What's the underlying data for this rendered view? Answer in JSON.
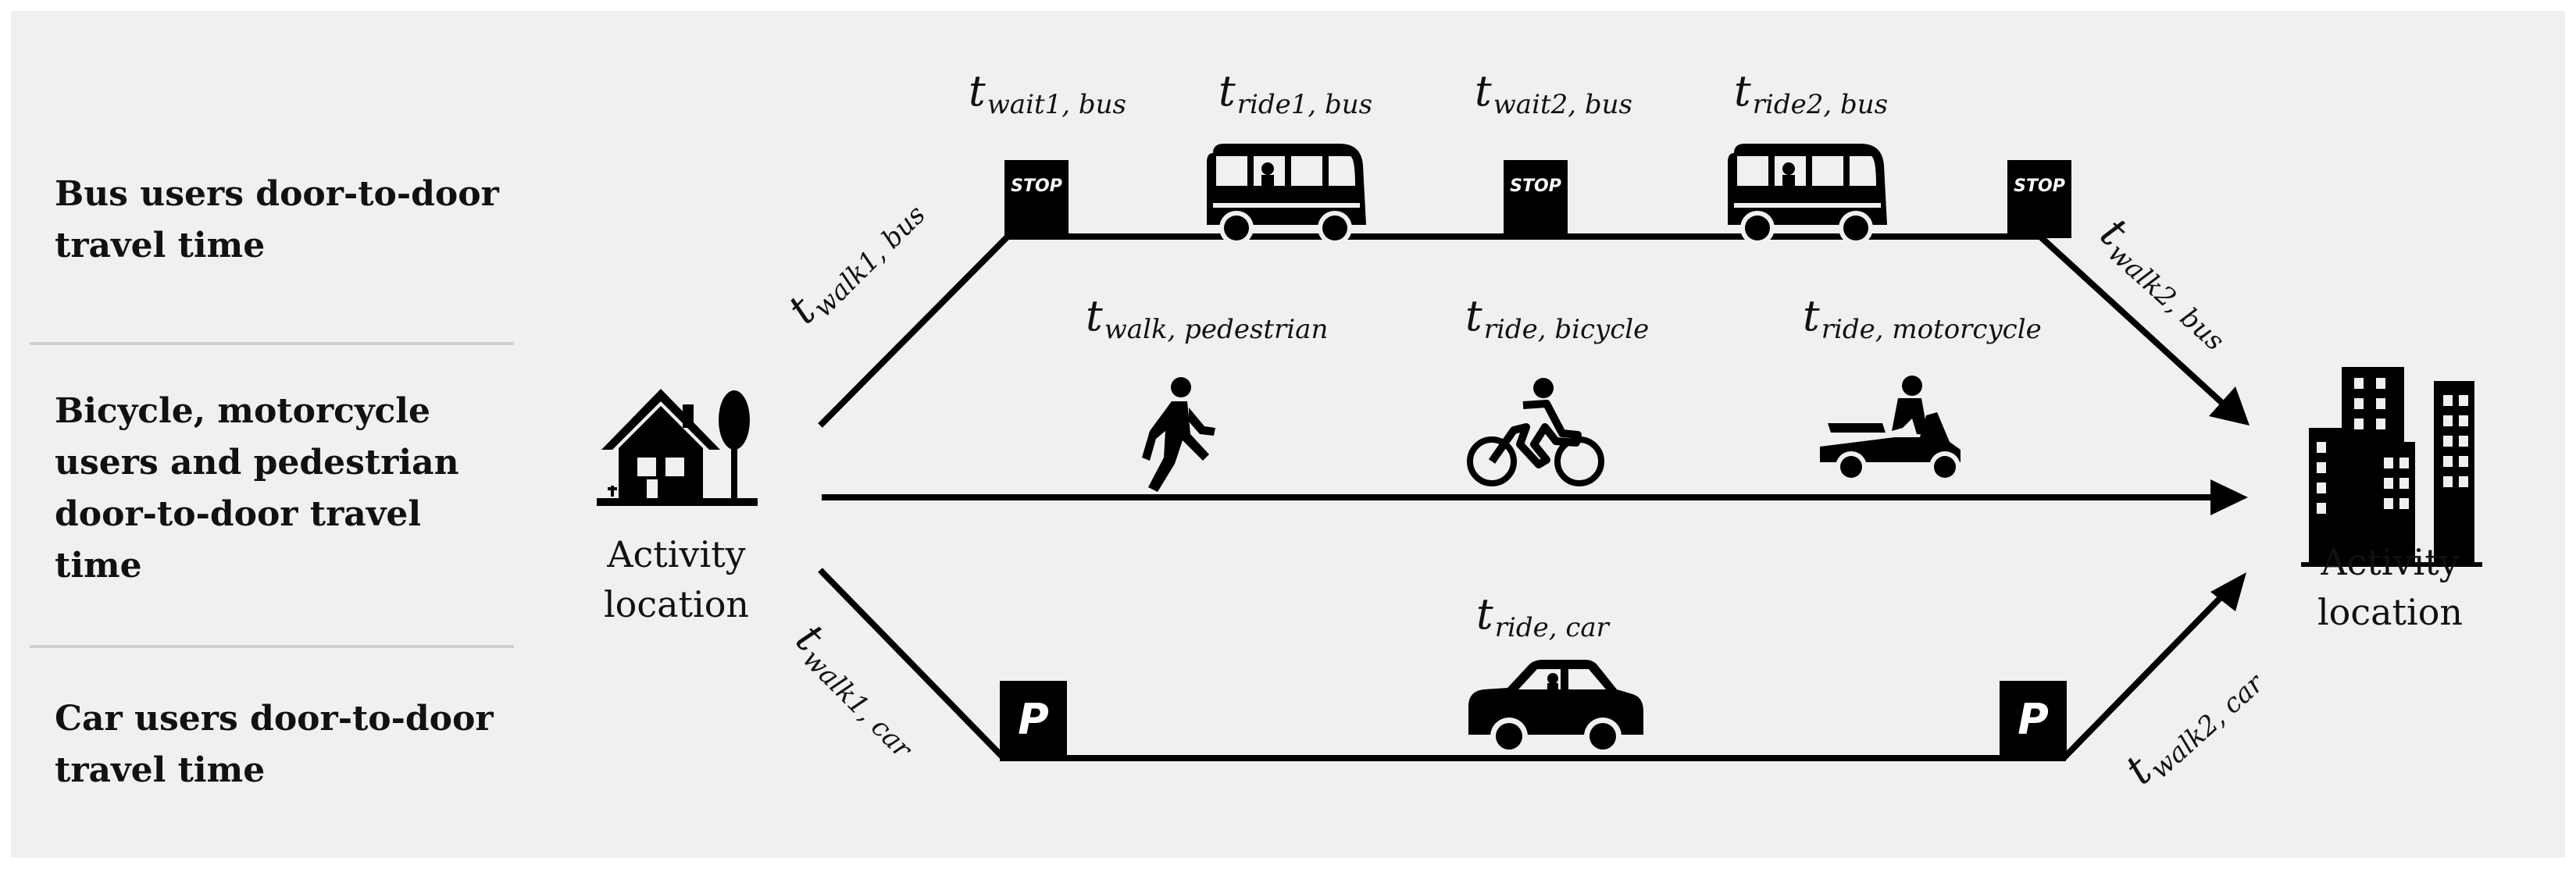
{
  "rows": [
    {
      "lines": [
        "Bus users door-to-door",
        "travel time"
      ]
    },
    {
      "lines": [
        "Bicycle, motorcycle",
        "users and pedestrian",
        "door-to-door travel",
        "time"
      ]
    },
    {
      "lines": [
        "Car users door-to-door",
        "travel time"
      ]
    }
  ],
  "origin": {
    "lines": [
      "Activity",
      "location"
    ],
    "icon": "house-icon"
  },
  "destination": {
    "lines": [
      "Activity",
      "location"
    ],
    "icon": "buildings-icon"
  },
  "time_labels": {
    "wait1_bus": {
      "base": "t",
      "sub": "wait1, bus"
    },
    "ride1_bus": {
      "base": "t",
      "sub": "ride1, bus"
    },
    "wait2_bus": {
      "base": "t",
      "sub": "wait2, bus"
    },
    "ride2_bus": {
      "base": "t",
      "sub": "ride2, bus"
    },
    "walk1_bus": {
      "base": "t",
      "sub": "walk1, bus"
    },
    "walk2_bus": {
      "base": "t",
      "sub": "walk2, bus"
    },
    "walk_pedestrian": {
      "base": "t",
      "sub": "walk, pedestrian"
    },
    "ride_bicycle": {
      "base": "t",
      "sub": "ride, bicycle"
    },
    "ride_motorcycle": {
      "base": "t",
      "sub": "ride, motorcycle"
    },
    "walk1_car": {
      "base": "t",
      "sub": "walk1, car"
    },
    "ride_car": {
      "base": "t",
      "sub": "ride, car"
    },
    "walk2_car": {
      "base": "t",
      "sub": "walk2, car"
    }
  },
  "stop_sign_text": "STOP",
  "parking_sign_text": "P"
}
